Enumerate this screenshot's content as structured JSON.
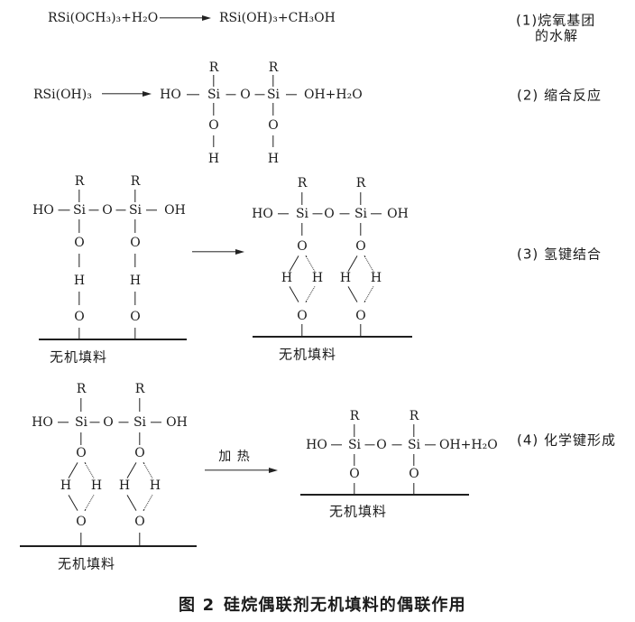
{
  "atoms": {
    "r": "R",
    "si": "Si",
    "o": "O",
    "h": "H",
    "ho": "HO",
    "oh": "OH",
    "oh_h2o": "OH+H₂O"
  },
  "step1": {
    "lhs": "RSi(OCH₃)₃+H₂O",
    "rhs": "RSi(OH)₃+CH₃OH",
    "label_line1": "(1)烷氧基团",
    "label_line2": "的水解"
  },
  "step2": {
    "lhs": "RSi(OH)₃",
    "label": "(2) 缩合反应"
  },
  "step3": {
    "label": "(3) 氢键结合"
  },
  "step4": {
    "arrow_label": "加 热",
    "label": "(4) 化学键形成"
  },
  "filler_label": "无机填料",
  "caption": {
    "prefix": "图 2",
    "text": "硅烷偶联剂无机填料的偶联作用"
  },
  "palette": {
    "ink": "#1b1b1b",
    "background": "#ffffff"
  }
}
